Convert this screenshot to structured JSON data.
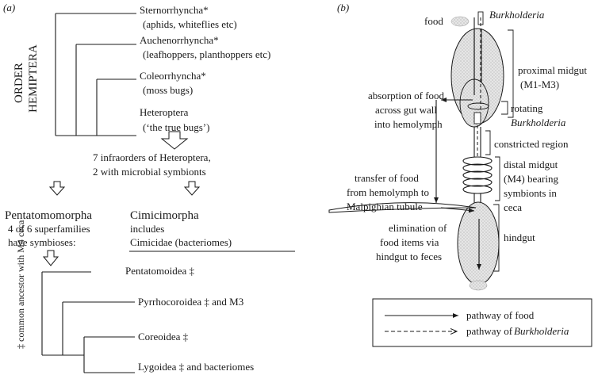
{
  "panel_a": {
    "label": "(a)",
    "order_label": [
      "ORDER",
      "HEMIPTERA"
    ],
    "taxa": [
      {
        "name": "Sternorrhyncha*",
        "note": "(aphids, whiteflies etc)"
      },
      {
        "name": "Auchenorrhyncha*",
        "note": "(leafhoppers, planthoppers etc)"
      },
      {
        "name": "Coleorrhyncha*",
        "note": "(moss bugs)"
      },
      {
        "name": "Heteroptera",
        "note": "(‘the true bugs’)"
      }
    ],
    "infraorders": [
      "7 infraorders of Heteroptera,",
      "2 with microbial symbionts"
    ],
    "pentatomomorpha": {
      "title": "Pentatomomorpha",
      "lines": [
        "4 of 6 superfamilies",
        "have symbioses:"
      ]
    },
    "cimicimorpha": {
      "title": "Cimicimorpha",
      "lines": [
        "includes",
        "Cimicidae (bacteriomes)"
      ]
    },
    "ancestor_label": "‡ common ancestor with M4 ceca",
    "superfamilies": [
      {
        "name": "Pentatomoidea ‡"
      },
      {
        "name": "Pyrrhocoroidea ‡  and M3"
      },
      {
        "name": "Coreoidea ‡"
      },
      {
        "name": "Lygoidea ‡ and bacteriomes"
      }
    ]
  },
  "panel_b": {
    "label": "(b)",
    "food": "food",
    "burkholderia": "Burkholderia",
    "left_labels": {
      "absorption": [
        "absorption of food",
        "across gut wall",
        "into hemolymph"
      ],
      "transfer": [
        "transfer of food",
        "from hemolymph to",
        "Malpighian tubule"
      ],
      "elimination": [
        "elimination of",
        "food items via",
        "hindgut to feces"
      ]
    },
    "right_labels": {
      "proximal": [
        "proximal midgut",
        "(M1-M3)"
      ],
      "rotating": [
        "rotating",
        "Burkholderia"
      ],
      "constricted": "constricted region",
      "distal": [
        "distal midgut",
        "(M4) bearing",
        "symbionts in",
        "ceca"
      ],
      "hindgut": "hindgut"
    },
    "legend": {
      "food_path": "pathway of food",
      "burk_path": "pathway of",
      "burk_name": "Burkholderia"
    }
  }
}
